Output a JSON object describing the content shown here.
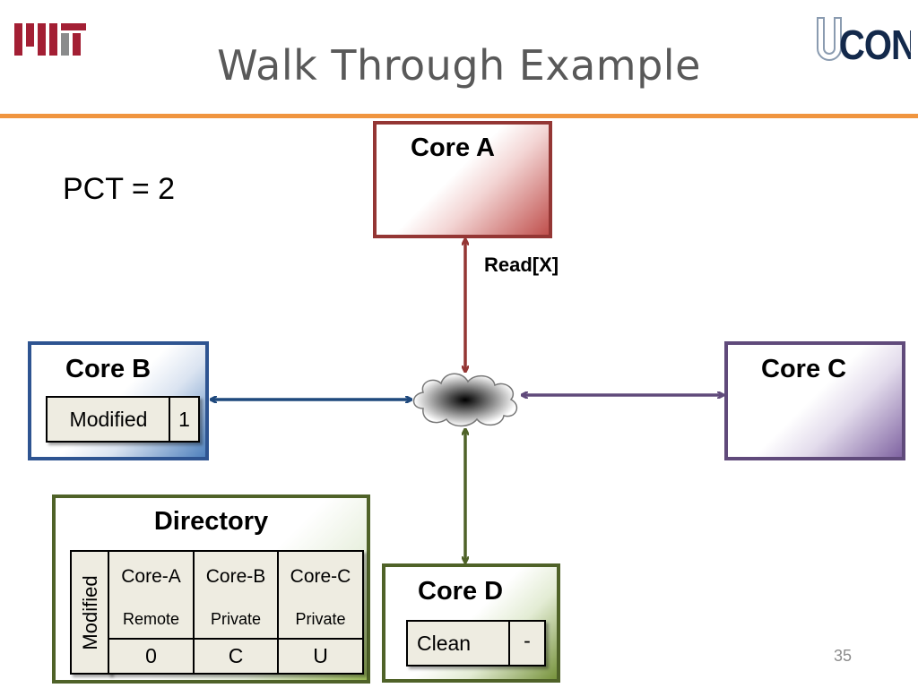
{
  "slide": {
    "title": "Walk Through Example",
    "pct_label": "PCT = 2",
    "page_number": "35",
    "accent_color": "#f0953f"
  },
  "logos": {
    "left": {
      "text": "MIT",
      "icon": "mit-logo-icon"
    },
    "right": {
      "text": "UCONN",
      "icon": "uconn-logo-icon"
    }
  },
  "cores": {
    "a": {
      "label": "Core A",
      "color": "#c0504d"
    },
    "b": {
      "label": "Core B",
      "color": "#4f81bd",
      "line_state": "Modified",
      "line_count": "1"
    },
    "c": {
      "label": "Core C",
      "color": "#8064a2"
    },
    "d": {
      "label": "Core D",
      "color": "#77933c",
      "line_state": "Clean",
      "line_count": "-"
    }
  },
  "network": {
    "icon": "network-cloud-icon"
  },
  "arrows": {
    "a_label": "Read[X]"
  },
  "directory": {
    "title": "Directory",
    "state": "Modified",
    "columns": [
      {
        "core": "Core-A",
        "mode": "Remote",
        "value": "0"
      },
      {
        "core": "Core-B",
        "mode": "Private",
        "value": "C"
      },
      {
        "core": "Core-C",
        "mode": "Private",
        "value": "U"
      }
    ]
  }
}
